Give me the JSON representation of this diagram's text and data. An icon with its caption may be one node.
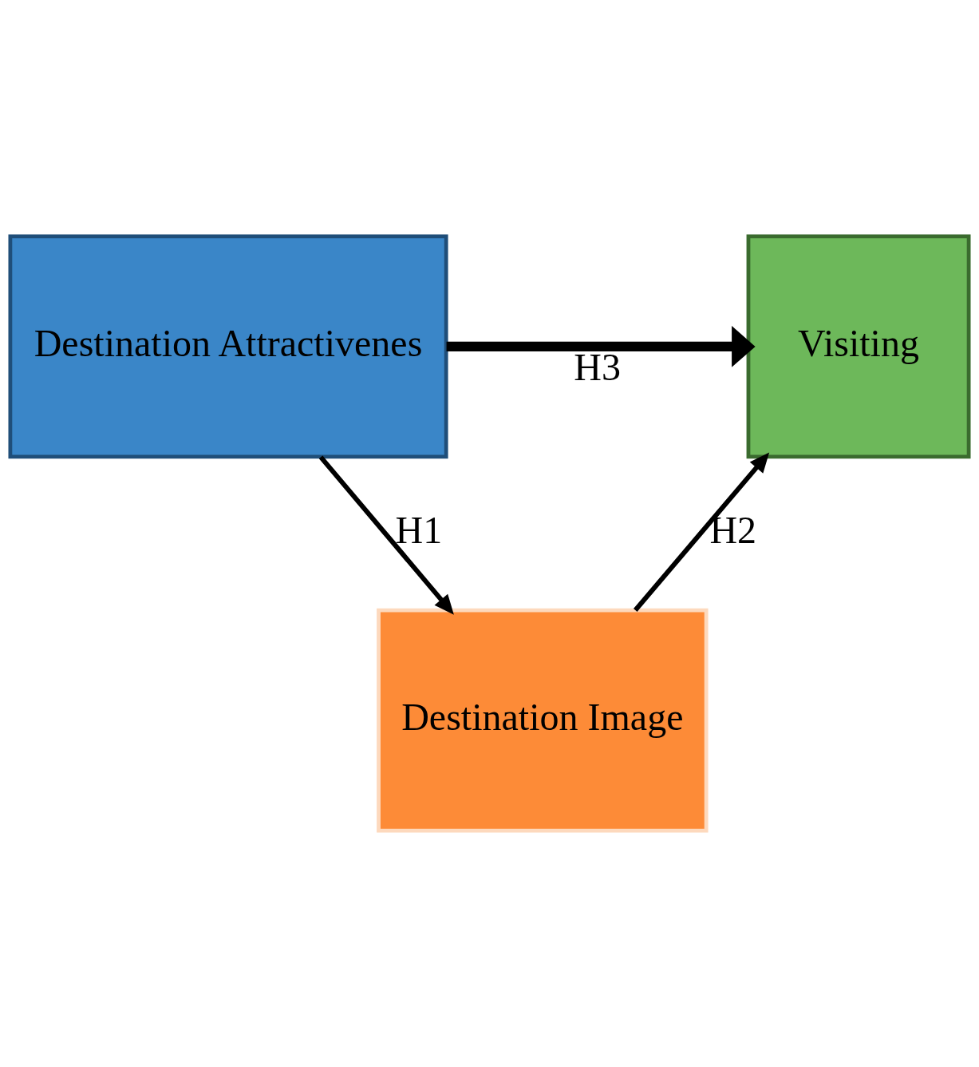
{
  "diagram": {
    "nodes": [
      {
        "text": [
          "Destination Image"
        ]
      },
      {
        "text": [
          "Destination Attractivenes"
        ]
      },
      {
        "text": [
          "Visiting"
        ]
      }
    ],
    "edges": [
      {
        "from": 1,
        "to": 0,
        "arrow": "to",
        "label": "H1"
      },
      {
        "from": 0,
        "to": 2,
        "arrow": "to",
        "label": "H2"
      },
      {
        "from": 1,
        "to": 2,
        "arrow": "to",
        "label": "H3",
        "style": "thick"
      }
    ]
  }
}
